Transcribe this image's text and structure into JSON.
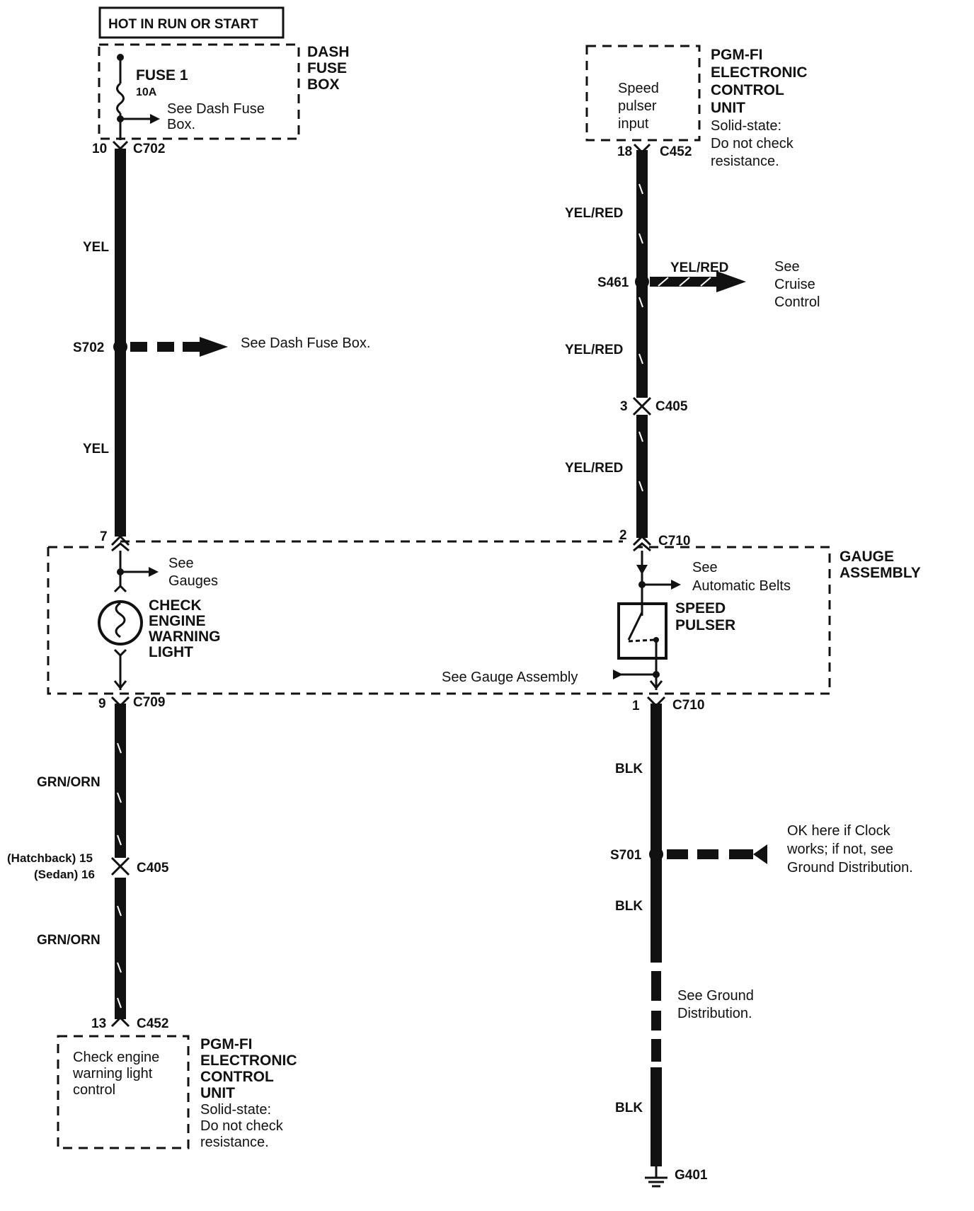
{
  "diagram": {
    "hot_label": "HOT IN RUN OR START",
    "dash_fuse_box": {
      "title": [
        "DASH",
        "FUSE",
        "BOX"
      ],
      "fuse_name": "FUSE 1",
      "fuse_rating": "10A",
      "see_text": [
        "See Dash Fuse",
        "Box."
      ]
    },
    "pgm_top": {
      "input_text": [
        "Speed",
        "pulser",
        "input"
      ],
      "title": [
        "PGM-FI",
        "ELECTRONIC",
        "CONTROL",
        "UNIT"
      ],
      "note": [
        "Solid-state:",
        "Do not check",
        "resistance."
      ]
    },
    "pgm_bottom": {
      "control_text": [
        "Check engine",
        "warning light",
        "control"
      ],
      "title": [
        "PGM-FI",
        "ELECTRONIC",
        "CONTROL",
        "UNIT"
      ],
      "note": [
        "Solid-state:",
        "Do not check",
        "resistance."
      ]
    },
    "gauge_assembly": {
      "title": [
        "GAUGE",
        "ASSEMBLY"
      ],
      "see_gauges": [
        "See",
        "Gauges"
      ],
      "check_engine": [
        "CHECK",
        "ENGINE",
        "WARNING",
        "LIGHT"
      ],
      "see_auto_belts": [
        "See",
        "Automatic Belts"
      ],
      "speed_pulser": [
        "SPEED",
        "PULSER"
      ],
      "see_gauge_assembly": "See Gauge Assembly"
    },
    "connectors": {
      "c702": "C702",
      "c702_pin": "10",
      "c452_top": "C452",
      "c452_top_pin": "18",
      "c405_right": "C405",
      "c405_right_pin": "3",
      "c710_top": "C710",
      "c710_top_pin_left": "7",
      "c710_top_pin_right": "2",
      "c709": "C709",
      "c709_pin": "9",
      "c710_bottom": "C710",
      "c710_bottom_pin": "1",
      "c405_left": "C405",
      "c405_left_pin_hatch": "(Hatchback) 15",
      "c405_left_pin_sedan": "(Sedan) 16",
      "c452_bottom": "C452",
      "c452_bottom_pin": "13"
    },
    "splices": {
      "s702": "S702",
      "s702_text": "See Dash Fuse Box.",
      "s461": "S461",
      "s461_wire": "YEL/RED",
      "s461_text": [
        "See",
        "Cruise",
        "Control"
      ],
      "s701": "S701",
      "s701_text": [
        "OK here if Clock",
        "works; if not, see",
        "Ground Distribution."
      ]
    },
    "wire_colors": {
      "yel_1": "YEL",
      "yel_2": "YEL",
      "yelred_1": "YEL/RED",
      "yelred_2": "YEL/RED",
      "yelred_3": "YEL/RED",
      "grnorn_1": "GRN/ORN",
      "grnorn_2": "GRN/ORN",
      "blk_1": "BLK",
      "blk_2": "BLK",
      "blk_3": "BLK"
    },
    "ground": {
      "text": [
        "See Ground",
        "Distribution."
      ],
      "label": "G401"
    }
  }
}
